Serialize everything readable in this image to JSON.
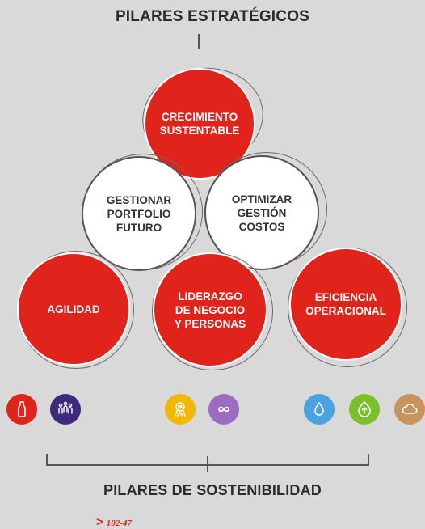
{
  "header": {
    "title": "PILARES ESTRATÉGICOS"
  },
  "strategic_pillars": [
    {
      "label": "CRECIMIENTO\nSUSTENTABLE",
      "fill": "red"
    },
    {
      "label": "GESTIONAR\nPORTFOLIO\nFUTURO",
      "fill": "white"
    },
    {
      "label": "OPTIMIZAR\nGESTIÓN\nCOSTOS",
      "fill": "white"
    },
    {
      "label": "AGILIDAD",
      "fill": "red"
    },
    {
      "label": "LIDERAZGO\nDE NEGOCIO\nY PERSONAS",
      "fill": "red"
    },
    {
      "label": "EFICIENCIA\nOPERACIONAL",
      "fill": "red"
    }
  ],
  "sustainability_icons": [
    {
      "icon": "bottle-icon",
      "color": "#e0241b"
    },
    {
      "icon": "people-icon",
      "color": "#3d2a7a"
    },
    {
      "icon": "person-heart-icon",
      "color": "#f2b700"
    },
    {
      "icon": "infinity-icon",
      "color": "#9b6cc2"
    },
    {
      "icon": "water-drop-icon",
      "color": "#4aa3e0"
    },
    {
      "icon": "leaf-upload-icon",
      "color": "#7bbf2a"
    },
    {
      "icon": "cloud-icon",
      "color": "#c9935e"
    }
  ],
  "footer": {
    "title": "PILARES DE SOSTENIBILIDAD",
    "reference": "102-47",
    "arrow": ">"
  },
  "colors": {
    "accent_red": "#e0241b",
    "background": "#d9d9d9"
  }
}
